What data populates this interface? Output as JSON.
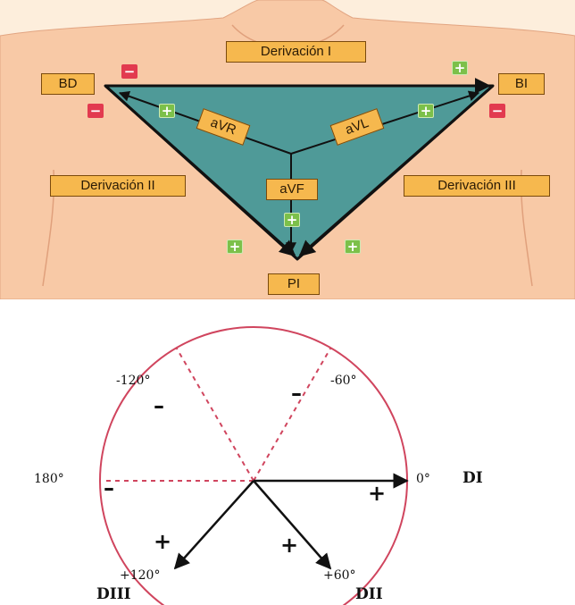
{
  "top": {
    "labels": {
      "derivacion_i": "Derivación I",
      "bd": "BD",
      "bi": "BI",
      "avr": "aVR",
      "avl": "aVL",
      "derivacion_ii": "Derivación II",
      "avf": "aVF",
      "derivacion_iii": "Derivación III",
      "pi": "PI"
    },
    "signs": {
      "minus": "−",
      "plus": "+"
    },
    "colors": {
      "skin": "#f8c9a6",
      "triangle": "#4f9a98",
      "label_fill": "#f6b84e",
      "negative": "#e23a4f",
      "positive": "#7cc04a"
    }
  },
  "bottom": {
    "angles": {
      "minus_120": "-120°",
      "minus_60": "-60°",
      "a180": "180°",
      "a0": "0°",
      "plus_120": "+120°",
      "plus_60": "+60°"
    },
    "leads": {
      "di": "DI",
      "dii": "DII",
      "diii": "DIII"
    },
    "signs": {
      "minus": "–",
      "plus": "+"
    },
    "colors": {
      "circle": "#d0455e",
      "arrows": "#111111"
    }
  }
}
